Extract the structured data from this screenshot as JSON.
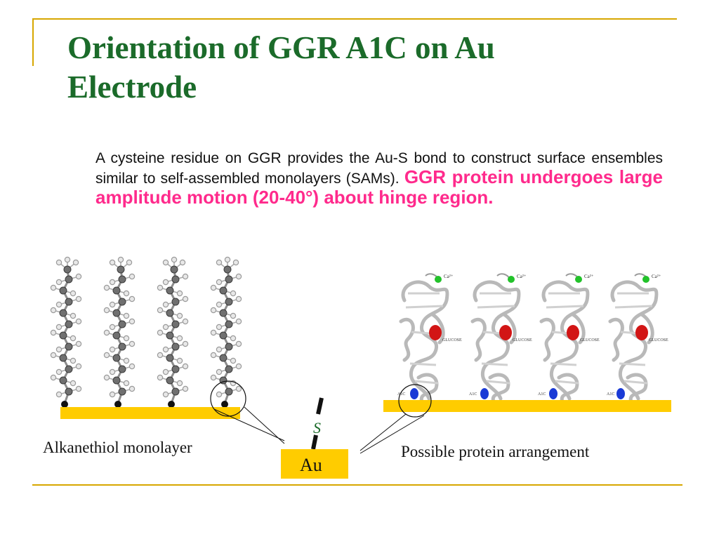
{
  "slide": {
    "title_line1": "Orientation of GGR A1C on Au",
    "title_line2": "Electrode",
    "body_plain": "A cysteine residue on GGR provides the Au-S bond to construct surface ensembles similar to self-assembled monolayers (SAMs).",
    "body_highlight": "GGR protein undergoes large amplitude motion (20-40°) about hinge region."
  },
  "diagram": {
    "left_caption": "Alkanethiol monolayer",
    "right_caption": "Possible protein arrangement",
    "au_label": "Au",
    "s_label": "S",
    "protein_labels": {
      "calcium": "Ca²⁺",
      "glucose": "GLUCOSE",
      "a1c": "A1C"
    }
  },
  "colors": {
    "title": "#1b6b2a",
    "highlight": "#ff2a8c",
    "gold": "#ffcc00",
    "frame": "#d7a700",
    "ca_atom": "#22c22a",
    "glucose": "#d21515",
    "a1c": "#1a3ad6"
  }
}
